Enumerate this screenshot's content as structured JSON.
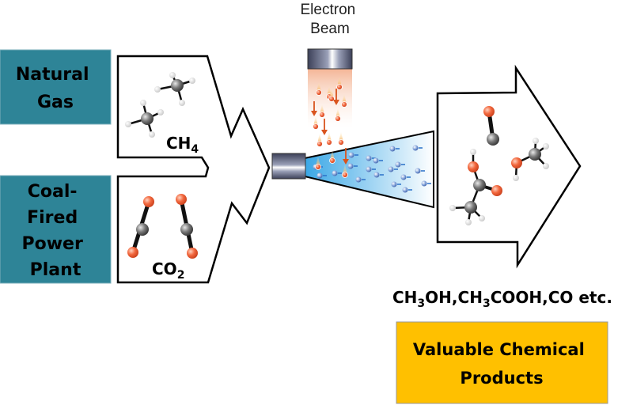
{
  "colors": {
    "teal_box": "#2e8497",
    "orange_box": "#ffc000",
    "oxygen": "#f2683e",
    "carbon": "#7a7a7a",
    "hydrogen": "#f4f4f4",
    "arrow": "#d9541e"
  },
  "beam_label": [
    "Electron",
    "Beam"
  ],
  "sources": [
    {
      "label_lines": [
        "Natural",
        "Gas"
      ],
      "formula": [
        {
          "t": "CH"
        },
        {
          "sub": "4"
        }
      ]
    },
    {
      "label_lines": [
        "Coal-",
        "Fired",
        "Power",
        "Plant"
      ],
      "formula": [
        {
          "t": "CO"
        },
        {
          "sub": "2"
        }
      ]
    }
  ],
  "products_formula": [
    {
      "t": "CH"
    },
    {
      "sub": "3"
    },
    {
      "t": "OH,CH"
    },
    {
      "sub": "3"
    },
    {
      "t": "COOH,CO etc."
    }
  ],
  "products_box": [
    "Valuable Chemical",
    "Products"
  ]
}
